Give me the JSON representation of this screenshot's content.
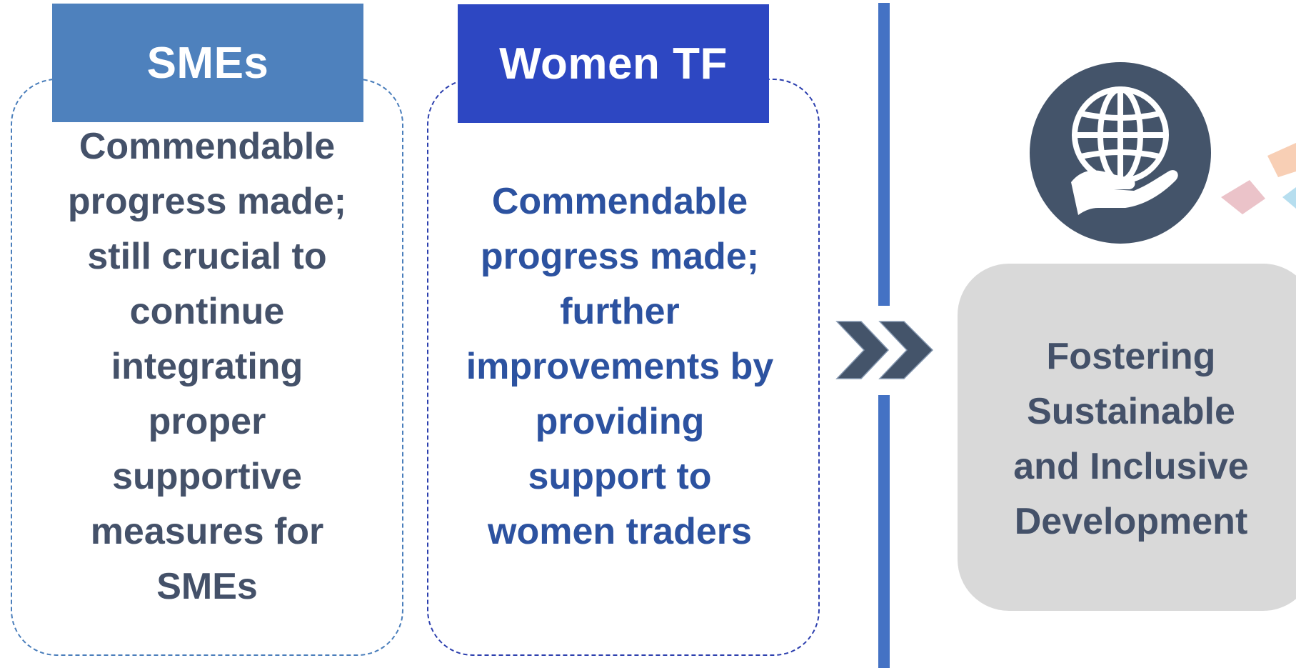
{
  "panels": {
    "smes": {
      "title": "SMEs",
      "body": "Commendable\nprogress made;\nstill crucial to\ncontinue\nintegrating\nproper\nsupportive\nmeasures for\nSMEs"
    },
    "women": {
      "title": "Women TF",
      "body": "Commendable\nprogress made;\nfurther\nimprovements by\nproviding\nsupport to\nwomen traders"
    }
  },
  "goal": {
    "text": "Fostering\nSustainable\nand Inclusive\nDevelopment",
    "icon": "globe-in-hand-icon"
  },
  "colors": {
    "smes_header": "#4e81bd",
    "women_header": "#2d47c2",
    "divider": "#4472c4",
    "icon_circle": "#44546a",
    "goal_box": "#d9d9d9",
    "body_text_dark": "#445169",
    "body_text_blue": "#2c52a0"
  }
}
